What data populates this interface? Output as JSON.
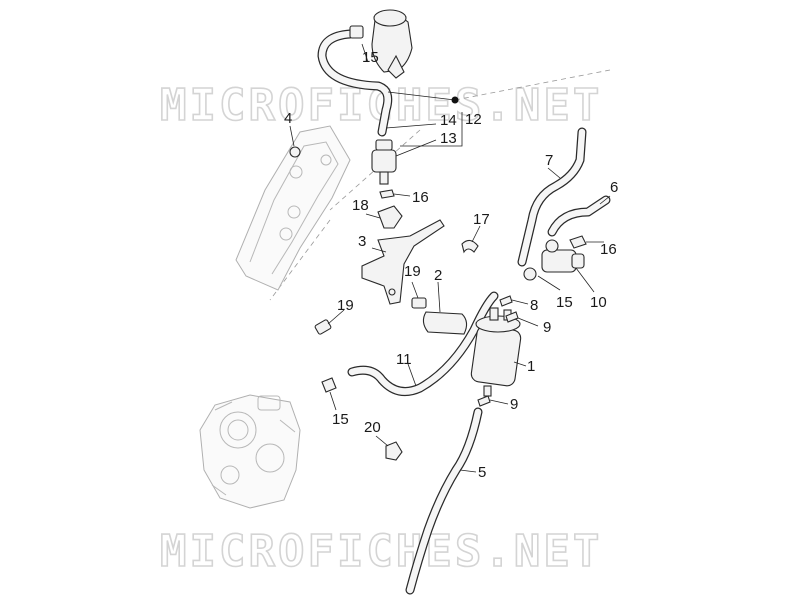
{
  "watermarks": {
    "top": "MICROFICHES.NET",
    "bottom": "MICROFICHES.NET"
  },
  "callouts": {
    "c1": "1",
    "c2": "2",
    "c3": "3",
    "c4": "4",
    "c5": "5",
    "c6": "6",
    "c7": "7",
    "c8": "8",
    "c9a": "9",
    "c9b": "9",
    "c10": "10",
    "c11": "11",
    "c12": "12",
    "c13": "13",
    "c14": "14",
    "c15a": "15",
    "c15b": "15",
    "c15c": "15",
    "c16a": "16",
    "c16b": "16",
    "c17": "17",
    "c18": "18",
    "c19a": "19",
    "c19b": "19",
    "c20": "20"
  }
}
